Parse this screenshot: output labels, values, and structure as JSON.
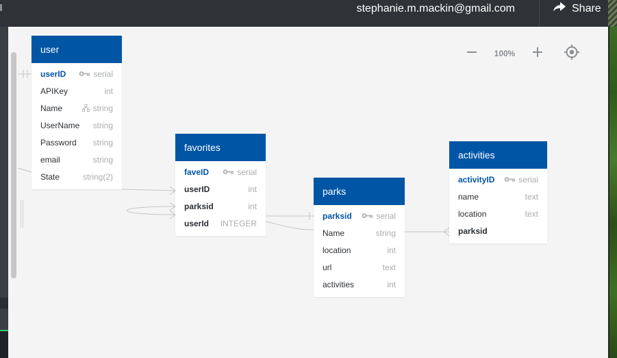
{
  "header": {
    "email": "stephanie.m.mackin@gmail.com",
    "share_label": "Share"
  },
  "toolbar": {
    "zoom_level": "100%",
    "icons": [
      "minus-icon",
      "plus-icon",
      "crosshair-icon"
    ]
  },
  "colors": {
    "table_header": "#0055a5",
    "primary_key": "#0055a5",
    "canvas": "#f4f4f4"
  },
  "tables": {
    "user": {
      "name": "user",
      "fields": [
        {
          "name": "userID",
          "type": "serial",
          "icon": "key-icon",
          "style": "pk"
        },
        {
          "name": "APIKey",
          "type": "int",
          "icon": "",
          "style": ""
        },
        {
          "name": "Name",
          "type": "string",
          "icon": "index-icon",
          "style": ""
        },
        {
          "name": "UserName",
          "type": "string",
          "icon": "",
          "style": ""
        },
        {
          "name": "Password",
          "type": "string",
          "icon": "",
          "style": ""
        },
        {
          "name": "email",
          "type": "string",
          "icon": "",
          "style": ""
        },
        {
          "name": "State",
          "type": "string(2)",
          "icon": "",
          "style": ""
        }
      ]
    },
    "favorites": {
      "name": "favorites",
      "fields": [
        {
          "name": "faveID",
          "type": "serial",
          "icon": "key-icon",
          "style": "pk"
        },
        {
          "name": "userID",
          "type": "int",
          "icon": "",
          "style": "bold"
        },
        {
          "name": "parksid",
          "type": "int",
          "icon": "",
          "style": "bold"
        },
        {
          "name": "userId",
          "type": "INTEGER",
          "icon": "",
          "style": "bold"
        }
      ]
    },
    "parks": {
      "name": "parks",
      "fields": [
        {
          "name": "parksid",
          "type": "serial",
          "icon": "key-icon",
          "style": "pk"
        },
        {
          "name": "Name",
          "type": "string",
          "icon": "",
          "style": ""
        },
        {
          "name": "location",
          "type": "int",
          "icon": "",
          "style": ""
        },
        {
          "name": "url",
          "type": "text",
          "icon": "",
          "style": ""
        },
        {
          "name": "activities",
          "type": "int",
          "icon": "",
          "style": ""
        }
      ]
    },
    "activities": {
      "name": "activities",
      "fields": [
        {
          "name": "activityID",
          "type": "serial",
          "icon": "key-icon",
          "style": "pk"
        },
        {
          "name": "name",
          "type": "text",
          "icon": "",
          "style": ""
        },
        {
          "name": "location",
          "type": "text",
          "icon": "",
          "style": ""
        },
        {
          "name": "parksid",
          "type": "",
          "icon": "",
          "style": "bold"
        }
      ]
    }
  }
}
